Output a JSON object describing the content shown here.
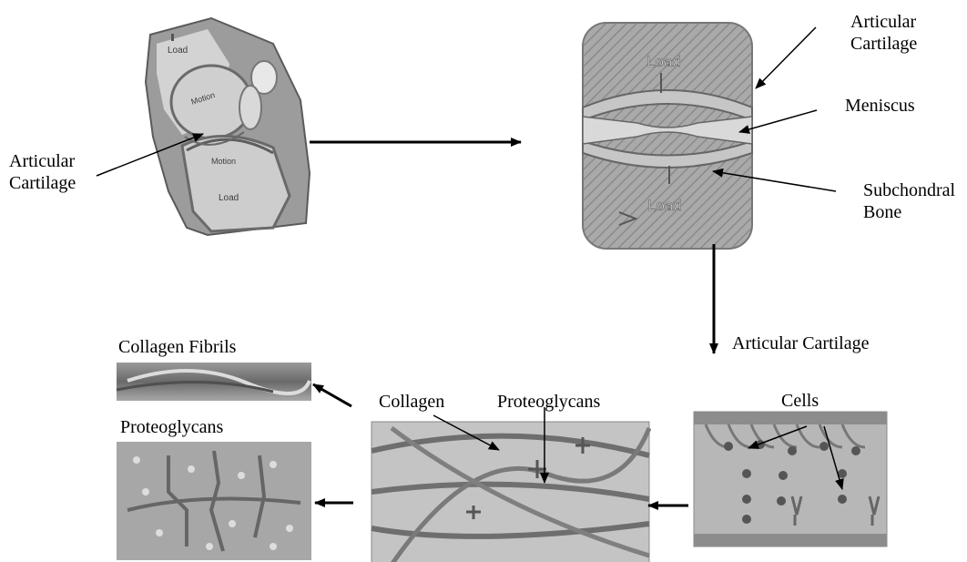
{
  "labels": {
    "knee_articular_cartilage_1": "Articular",
    "knee_articular_cartilage_2": "Cartilage",
    "knee_load_top": "Load",
    "knee_motion_top": "Motion",
    "knee_motion_bottom": "Motion",
    "knee_load_bottom": "Load",
    "joint_load_top": "Load",
    "joint_load_bottom": "Load",
    "articular_cartilage_1": "Articular",
    "articular_cartilage_2": "Cartilage",
    "meniscus": "Meniscus",
    "subchondral_1": "Subchondral",
    "subchondral_2": "Bone",
    "articular_cartilage_tissue": "Articular Cartilage",
    "cells": "Cells",
    "collagen": "Collagen",
    "proteoglycans_mid": "Proteoglycans",
    "collagen_fibrils": "Collagen Fibrils",
    "proteoglycans_left": "Proteoglycans"
  },
  "colors": {
    "ink": "#000000",
    "tissue_gray": "#b5b5b5",
    "tissue_dark": "#6e6e6e",
    "tissue_light": "#d8d8d8"
  }
}
